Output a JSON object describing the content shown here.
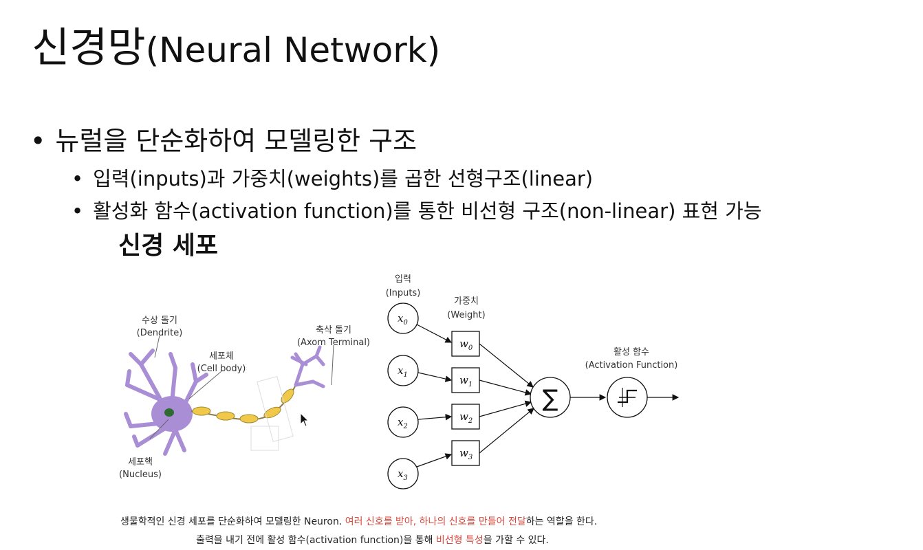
{
  "slide": {
    "title_ko": "신경망",
    "title_en": "(Neural Network)",
    "bullets": {
      "l1": "뉴럴을 단순화하여 모델링한 구조",
      "l2": [
        "입력(inputs)과 가중치(weights)를 곱한 선형구조(linear)",
        "활성화 함수(activation function)를 통한 비선형 구조(non-linear) 표현 가능"
      ]
    },
    "neuron_heading": "신경 세포"
  },
  "neuron_labels": {
    "dendrite_ko": "수상 돌기",
    "dendrite_en": "(Dendrite)",
    "cellbody_ko": "세포체",
    "cellbody_en": "(Cell body)",
    "axon_ko": "축삭 돌기",
    "axon_en": "(Axom Terminal)",
    "nucleus_ko": "세포핵",
    "nucleus_en": "(Nucleus)"
  },
  "perceptron": {
    "inputs_ko": "입력",
    "inputs_en": "(Inputs)",
    "weight_ko": "가중치",
    "weight_en": "(Weight)",
    "activation_ko": "활성 함수",
    "activation_en": "(Activation Function)",
    "sum_symbol": "∑",
    "input_nodes": [
      "x",
      "x",
      "x",
      "x"
    ],
    "input_subs": [
      "0",
      "1",
      "2",
      "3"
    ],
    "weight_nodes": [
      "w",
      "w",
      "w",
      "w"
    ],
    "weight_subs": [
      "0",
      "1",
      "2",
      "3"
    ]
  },
  "caption": {
    "line1_a": "생물학적인 신경 세포를 단순화하여 모델링한 Neuron. ",
    "line1_red": "여러 신호를 받아, 하나의 신호를 만들어 전달",
    "line1_b": "하는 역할을 한다.",
    "line2_a": "출력을 내기 전에 활성 함수(activation function)을 통해 ",
    "line2_red": "비선형 특성",
    "line2_b": "을 가할 수 있다."
  },
  "colors": {
    "neuron_body": "#a98ed6",
    "axon_segment": "#f0c94a",
    "nucleus": "#2e6b2e",
    "highlight_red": "#d9463b"
  }
}
